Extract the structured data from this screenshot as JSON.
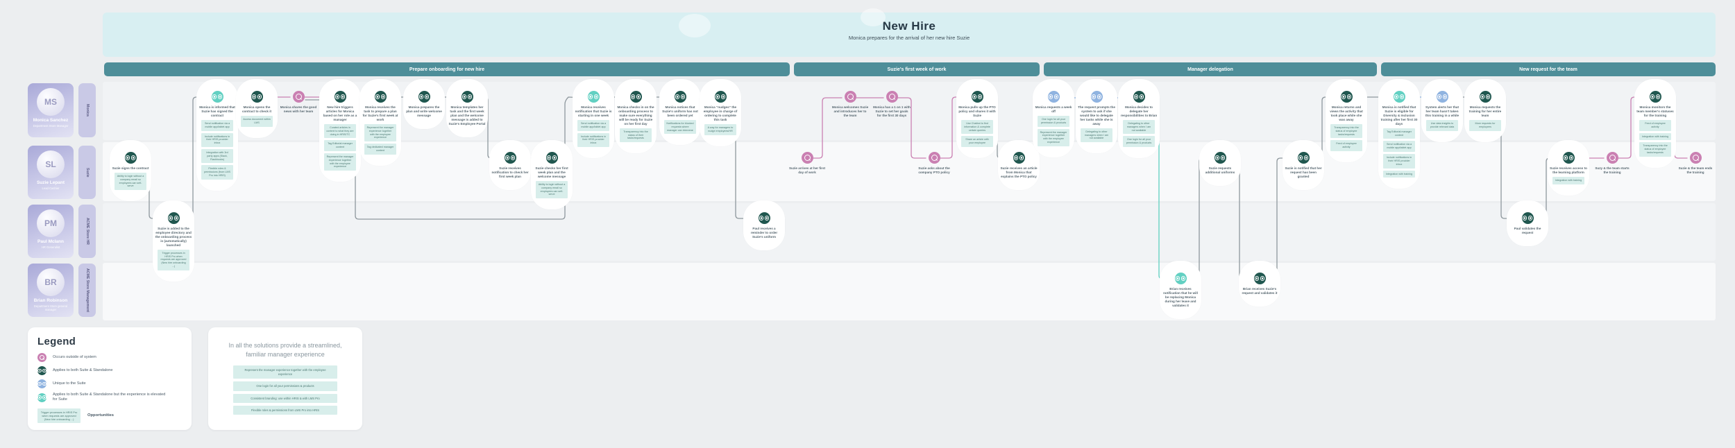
{
  "banner": {
    "title": "New Hire",
    "subtitle": "Monica prepares for the arrival of her new hire Suzie"
  },
  "phases": [
    {
      "label": "Prepare onboarding for new hire"
    },
    {
      "label": "Suzie's first week of work"
    },
    {
      "label": "Manager delegation"
    },
    {
      "label": "New request for the team"
    }
  ],
  "persons": [
    {
      "name": "Monica Sanchez",
      "role": "Department Store Manager",
      "lane_label": "Monica",
      "initials": "MS"
    },
    {
      "name": "Suzie Lepant",
      "role": "Lead Cashier",
      "lane_label": "Suzie",
      "initials": "SL"
    },
    {
      "name": "Paul McIann",
      "role": "HR Generalist",
      "lane_label": "ACME Store HR",
      "initials": "PM"
    },
    {
      "name": "Brian Robinson",
      "role": "Department Store general manager",
      "lane_label": "ACME Store Management",
      "initials": "BR"
    }
  ],
  "legend": {
    "title": "Legend",
    "items": [
      {
        "type": "outside",
        "label": "Occurs outside of system"
      },
      {
        "type": "suite",
        "label": "Applies to both Suite & Standalone"
      },
      {
        "type": "unique",
        "label": "Unique to the Suite"
      },
      {
        "type": "elevated",
        "label": "Applies to both Suite & Standalone but the experience is elevated for Suite"
      }
    ],
    "sample_note": "Trigger processes in HRIS Pro when requests are approved (New hire onboarding ...)",
    "sample_label": "Opportunities"
  },
  "insight": {
    "title": "In all the solutions provide a streamlined, familiar manager experience",
    "notes": [
      "Represent the manager experience together with the employee experience",
      "One login for all your permissions & products",
      "Consistent branding: use within HRIS & with LMS Pro",
      "Flexible roles & permissions from LMS Pro into HRIS"
    ]
  },
  "nodes": [
    {
      "id": "suzie-signs",
      "lane": "suzie",
      "type": "suite",
      "title": "Suzie signs the contract",
      "notes": [
        "Ability to login without a company email so employees can self-serve"
      ]
    },
    {
      "id": "suzie-added",
      "lane": "paul",
      "type": "suite",
      "title": "Suzie is added to the employee directory and the onboarding process is (automatically) launched",
      "notes": [
        "Trigger processes in HRIS Pro when requests are approved (New hire onboarding ...)"
      ]
    },
    {
      "id": "monica-informed",
      "lane": "monica",
      "type": "elevated",
      "title": "Monica is informed that Suzie has signed the contract",
      "notes": [
        "Send notification via a mobile app/tablet app",
        "Include notifications in their HRIS provider inbox",
        "Integration with 3rd party apps (Slack, Flashhooks)",
        "Flexible roles & permissions (from LMS Pro into HRIS)"
      ]
    },
    {
      "id": "monica-opens",
      "lane": "monica",
      "type": "suite",
      "title": "Monica opens the contract to check it",
      "notes": [
        "Access document within LMS"
      ]
    },
    {
      "id": "monica-shares",
      "lane": "monica",
      "type": "outside",
      "title": "Monica shares the good news with her team",
      "notes": []
    },
    {
      "id": "newhire-articles",
      "lane": "monica",
      "type": "suite",
      "title": "New hire triggers articles for Monica based on her role as a manager",
      "notes": [
        "Curated articles in context to what they are doing in HRIS/TC",
        "Tag Editorial manager content",
        "Represent the manager experience together with the employee experience"
      ]
    },
    {
      "id": "monica-task",
      "lane": "monica",
      "type": "suite",
      "title": "Monica receives the task to prepare a plan for Suzie's first week at work",
      "notes": [
        "Represent the manager experience together with the employee experience",
        "Tag dedicated manager content"
      ]
    },
    {
      "id": "monica-plan",
      "lane": "monica",
      "type": "suite",
      "title": "Monica prepares the plan and write welcome message",
      "notes": []
    },
    {
      "id": "monica-templates",
      "lane": "monica",
      "type": "suite",
      "title": "Monica templates her task and the first week plan and the welcome message is added to Suzie's Employee Portal",
      "notes": []
    },
    {
      "id": "suzie-notif-plan",
      "lane": "suzie",
      "type": "suite",
      "title": "Suzie receives notification to check her first week plan",
      "notes": []
    },
    {
      "id": "suzie-checks-plan",
      "lane": "suzie",
      "type": "suite",
      "title": "Suzie checks her first week plan and the welcome message",
      "notes": [
        "Ability to login without a company email so employees can self-serve"
      ]
    },
    {
      "id": "monica-notif-week",
      "lane": "monica",
      "type": "elevated",
      "title": "Monica receives notification that Suzie is starting in one week",
      "notes": [
        "Send notification via a mobile app/tablet app",
        "Include notifications in their HRIS provider inbox"
      ]
    },
    {
      "id": "monica-checksin",
      "lane": "monica",
      "type": "suite",
      "title": "Monica checks in on the onboarding process to make sure everything will be ready for Suzie on her first day",
      "notes": [
        "Transparency into the status of their tasks/requests"
      ]
    },
    {
      "id": "monica-notices",
      "lane": "monica",
      "type": "suite",
      "title": "Monica notices that Suzie's uniform has not been ordered yet",
      "notes": [
        "Notifications for blocked requests where manager can intervene"
      ]
    },
    {
      "id": "monica-nudges",
      "lane": "monica",
      "type": "suite",
      "title": "Monica “nudges” the employee in charge of ordering to complete this task",
      "notes": [
        "A way for managers to nudge employees/HR"
      ]
    },
    {
      "id": "paul-reminder",
      "lane": "paul",
      "type": "suite",
      "title": "Paul receives a reminder to order Suzie's uniform",
      "notes": []
    },
    {
      "id": "suzie-arrives",
      "lane": "suzie",
      "type": "outside",
      "title": "Suzie arrives at her first day of work",
      "notes": []
    },
    {
      "id": "monica-welcomes",
      "lane": "monica",
      "type": "outside",
      "title": "Monica welcomes Suzie and introduces her to the team",
      "notes": []
    },
    {
      "id": "monica-1on1",
      "lane": "monica",
      "type": "outside",
      "title": "Monica has a 1 on 1 with Suzie to set her goals for the first 30 days",
      "notes": []
    },
    {
      "id": "suzie-pto",
      "lane": "suzie",
      "type": "outside",
      "title": "Suzie asks about the company PTO policy",
      "notes": []
    },
    {
      "id": "monica-pto",
      "lane": "monica",
      "type": "suite",
      "title": "Monica pulls up the PTO policy and shares it with Suzie",
      "notes": [
        "Use Chatbot to find information & complete certain queries",
        "Share an article with your employee"
      ]
    },
    {
      "id": "suzie-article",
      "lane": "suzie",
      "type": "suite",
      "title": "Suzie receives an article from Monica that explains the PTO policy",
      "notes": []
    },
    {
      "id": "monica-weekoff",
      "lane": "monica",
      "type": "unique",
      "title": "Monica requests a week off",
      "notes": [
        "One login for all your permission & products",
        "Represent the manager experience together with the employee experience"
      ]
    },
    {
      "id": "request-prompts",
      "lane": "monica",
      "type": "unique",
      "title": "The request prompts the system to ask if she would like to delegate her tasks while she is away",
      "notes": [
        "Delegating to other managers when I am not available"
      ]
    },
    {
      "id": "monica-delegates",
      "lane": "monica",
      "type": "suite",
      "title": "Monica decides to delegate her responsibilities to Brian",
      "notes": [
        "Delegating to other managers when I am not available",
        "One login for all your permission & products"
      ]
    },
    {
      "id": "brian-replace",
      "lane": "brian",
      "type": "elevated",
      "title": "Brian receives notification that he will be replacing Monica during her leave and validates it",
      "notes": []
    },
    {
      "id": "suzie-uniforms",
      "lane": "suzie",
      "type": "suite",
      "title": "Suzie requests additional uniforms",
      "notes": []
    },
    {
      "id": "brian-validates",
      "lane": "brian",
      "type": "suite",
      "title": "Brian receives Suzie's request and validates it",
      "notes": []
    },
    {
      "id": "suzie-granted",
      "lane": "suzie",
      "type": "suite",
      "title": "Suzie is notified that her request has been granted",
      "notes": []
    },
    {
      "id": "monica-returns",
      "lane": "monica",
      "type": "suite",
      "title": "Monica returns and views the activity that took place while she was away",
      "notes": [
        "Transparency into the status of employee tasks/requests",
        "Feed of employee activity"
      ]
    },
    {
      "id": "monica-di",
      "lane": "monica",
      "type": "elevated",
      "title": "Monica is notified that Suzie is eligible for Diversity & Inclusion training after her first 30 days",
      "notes": [
        "Tag Editorial manager content",
        "Send notification via a mobile app/tablet app",
        "Include notifications in their HRIS provider inbox",
        "Integration with training"
      ]
    },
    {
      "id": "system-alerts",
      "lane": "monica",
      "type": "unique",
      "title": "System alerts her that her team hasn't taken this training in a while",
      "notes": [
        "Use data insights to provide relevant data"
      ]
    },
    {
      "id": "monica-training",
      "lane": "monica",
      "type": "suite",
      "title": "Monica requests the training for her entire team",
      "notes": [
        "More requests for employees"
      ]
    },
    {
      "id": "paul-validates",
      "lane": "paul",
      "type": "suite",
      "title": "Paul validates the request",
      "notes": []
    },
    {
      "id": "suzie-access",
      "lane": "suzie",
      "type": "suite",
      "title": "Suzie receives access to the learning platform",
      "notes": [
        "Integration with training"
      ]
    },
    {
      "id": "team-starts",
      "lane": "suzie",
      "type": "outside",
      "title": "Suzy & the team starts the training",
      "notes": []
    },
    {
      "id": "monica-monitors",
      "lane": "monica",
      "type": "suite",
      "title": "Monica monitors the team member's statuses for the training",
      "notes": [
        "Feed of employee activity",
        "Integration with training",
        "Transparency into the status of employee tasks/requests"
      ]
    },
    {
      "id": "team-ends",
      "lane": "suzie",
      "type": "outside",
      "title": "Suzie & the team ends the training",
      "notes": []
    }
  ],
  "colors": {
    "suite": "#20574f",
    "outside": "#ca80b2",
    "unique": "#8fb3e0",
    "elevated": "#62d0c2",
    "phase_bar": "#4e8e99",
    "banner": "#d8eff2",
    "sticky_note": "#d8eeeb"
  }
}
